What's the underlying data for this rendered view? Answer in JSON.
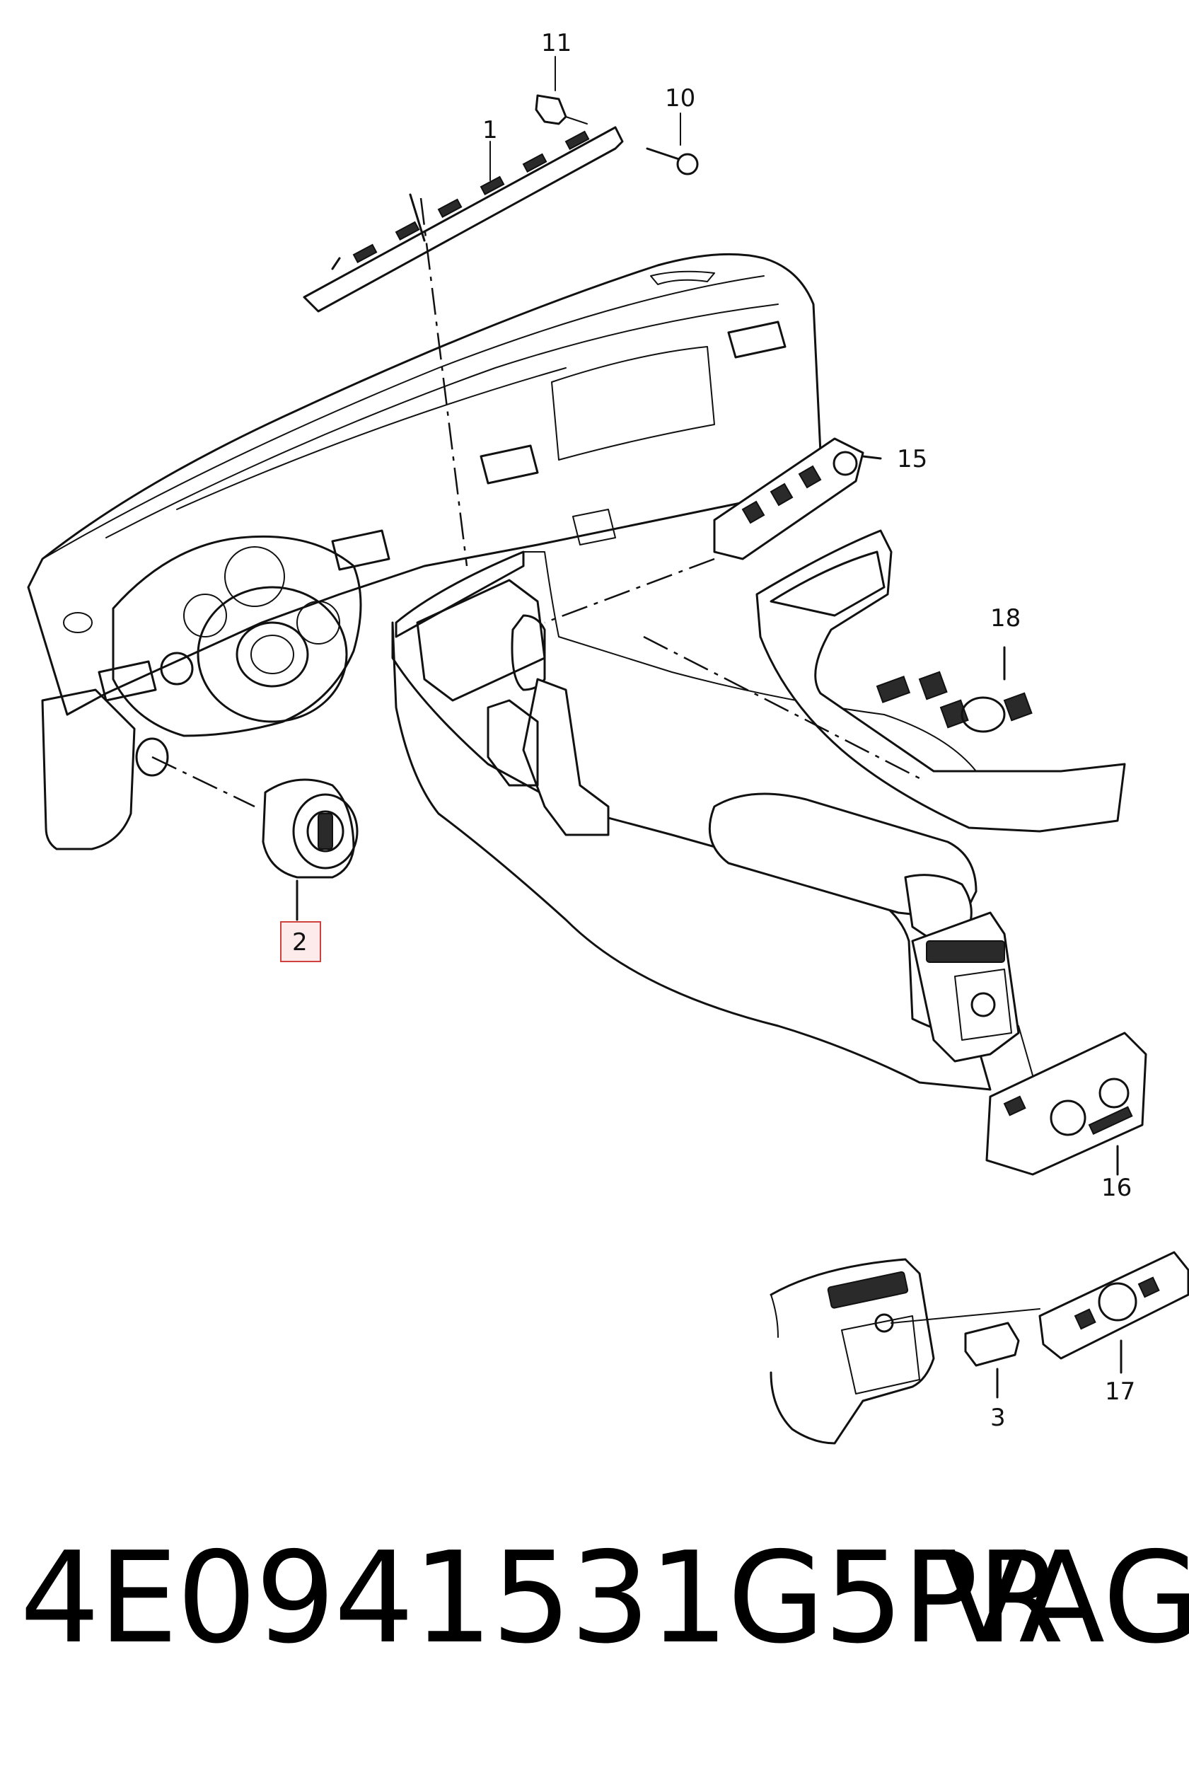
{
  "callouts": {
    "c1": "1",
    "c2": "2",
    "c3": "3",
    "c10": "10",
    "c11": "11",
    "c15": "15",
    "c16": "16",
    "c17": "17",
    "c18": "18"
  },
  "highlighted_callout": "2",
  "highlight_color": "#d0423f",
  "footer": {
    "part_number": "4E0941531G5PR",
    "brand": "VAG"
  }
}
